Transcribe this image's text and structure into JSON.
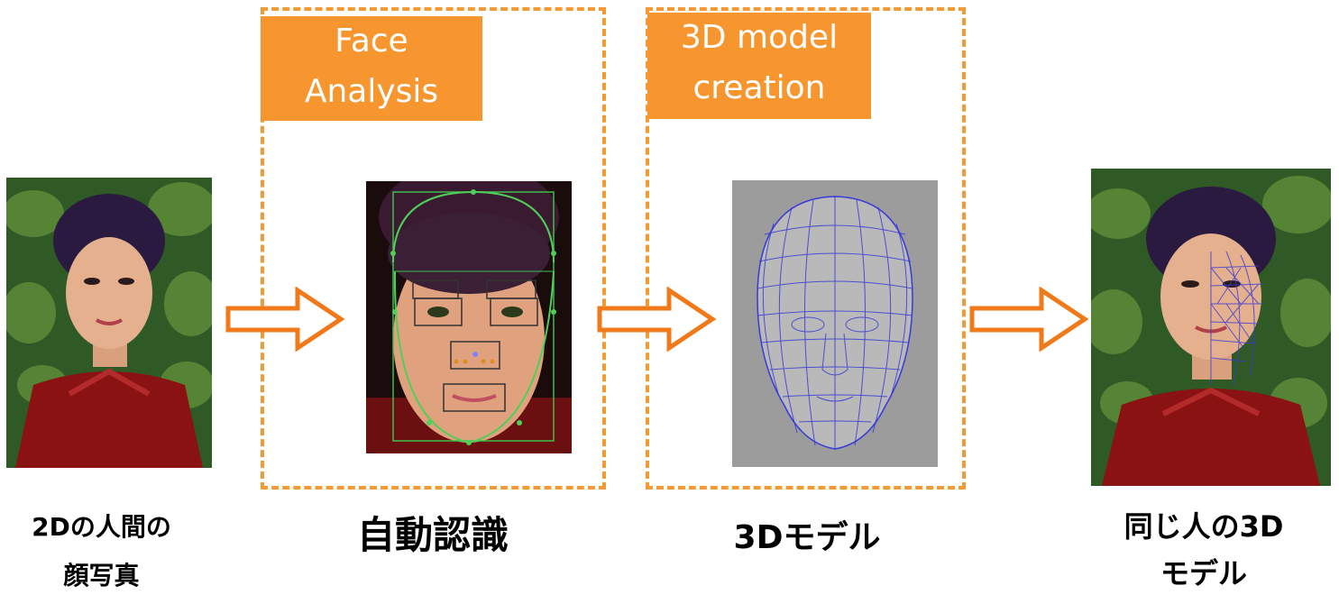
{
  "stages": {
    "face_analysis": "Face\nAnalysis",
    "model_creation": "3D model\ncreation"
  },
  "captions": {
    "input_photo": "2Dの人間の\n顔写真",
    "auto_recognition": "自動認識",
    "model": "3Dモデル",
    "output": "同じ人の3D\nモデル"
  },
  "colors": {
    "accent": "#f7962f",
    "dash": "#f39a34",
    "arrow": "#f07a1a",
    "mesh": "#3a3ad6"
  }
}
